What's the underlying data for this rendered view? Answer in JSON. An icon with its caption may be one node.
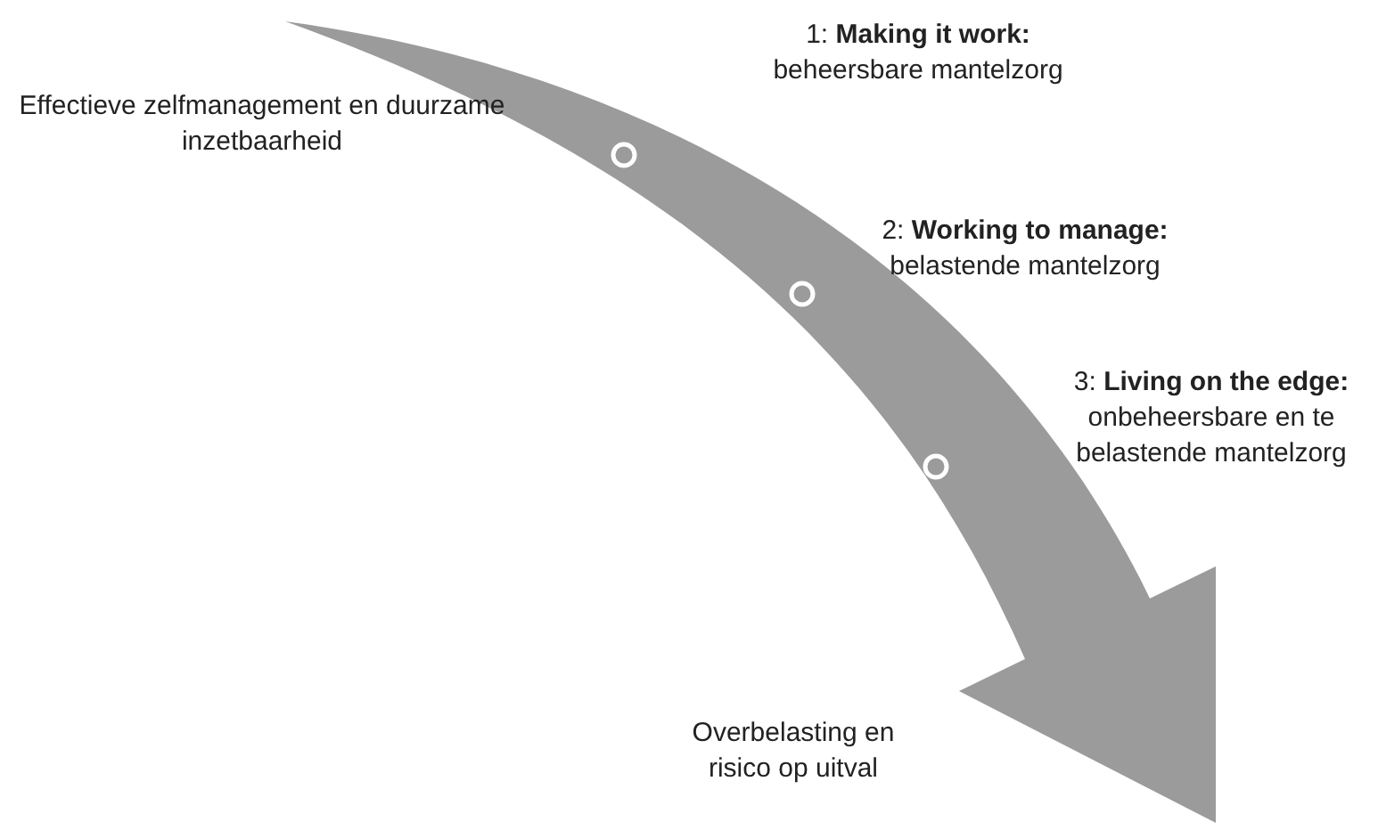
{
  "diagram": {
    "labels": [
      "Effectieve zelfmanagement en duurzame inzetbaarheid",
      "1: **Making it work:** beheersbare mantelzorg",
      "2: **Working to manage:** belastende mantelzorg",
      "3: **Living on the edge:** onbeheersbare en te belastende mantelzorg",
      "Overbelasting en risico op uitval"
    ]
  }
}
